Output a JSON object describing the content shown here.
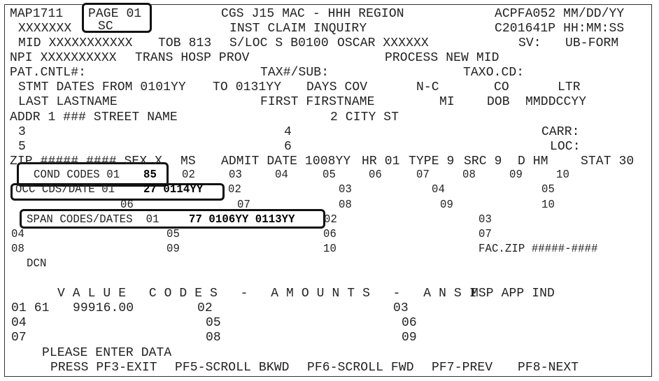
{
  "header": {
    "map": "MAP1711",
    "page": "PAGE 01",
    "region": "CGS J15 MAC - HHH REGION",
    "id_date": "ACPFA052 MM/DD/YY",
    "user": "XXXXXXX",
    "sc": "SC",
    "screen_title": "INST CLAIM INQUIRY",
    "id_time": "C201641P HH:MM:SS"
  },
  "claim": {
    "mid": "MID XXXXXXXXXXX",
    "tob": "TOB 813",
    "sloc": "S/LOC S B0100",
    "oscar": "OSCAR XXXXXX",
    "sv_label": "SV:",
    "sv_value": "UB-FORM",
    "npi": "NPI XXXXXXXXXX",
    "trans": "TRANS HOSP PROV",
    "process": "PROCESS NEW MID",
    "pat_cntl": "PAT.CNTL#:",
    "tax_sub": "TAX#/SUB:",
    "taxo_cd": "TAXO.CD:",
    "stmt_from": "STMT DATES FROM 0101YY",
    "stmt_to": "TO 0131YY",
    "days_cov": "DAYS COV",
    "nc": "N-C",
    "co": "CO",
    "ltr": "LTR",
    "last": "LAST LASTNAME",
    "first": "FIRST FIRSTNAME",
    "mi": "MI",
    "dob": "DOB",
    "dob_value": "MMDDCCYY",
    "addr1": "ADDR 1 ### STREET NAME",
    "addr2": "2 CITY ST",
    "addr3": "3",
    "addr4": "4",
    "carr": "CARR:",
    "addr5": "5",
    "addr6": "6",
    "loc": "LOC:",
    "zip_sex": "ZIP ##### #### SEX X",
    "ms": "MS",
    "admit": "ADMIT DATE 1008YY",
    "hr": "HR 01",
    "type": "TYPE 9",
    "src": "SRC 9",
    "d": "D HM",
    "stat": "STAT 30"
  },
  "cond_codes": {
    "label": "COND CODES 01",
    "value01": "85",
    "slots": [
      "02",
      "03",
      "04",
      "05",
      "06",
      "07",
      "08",
      "09",
      "10"
    ]
  },
  "occ_codes": {
    "label": "OCC CDS/DATE 01",
    "value01": "27 0114YY",
    "slots": [
      "02",
      "03",
      "04",
      "05",
      "06",
      "07",
      "08",
      "09",
      "10"
    ]
  },
  "span_codes": {
    "label": "SPAN CODES/DATES  01",
    "value01": "77 0106YY 0113YY",
    "slots": [
      "02",
      "03",
      "04",
      "05",
      "06",
      "07",
      "08",
      "09",
      "10"
    ],
    "fac_zip": "FAC.ZIP #####-####"
  },
  "dcn": "DCN",
  "value_codes": {
    "title": "V A L U E   C O D E S   -   A M O U N T S   -   A N S I",
    "msp": "MSP APP IND",
    "row01_code": "01 61",
    "row01_amount": "99916.00",
    "slots": [
      "02",
      "03",
      "04",
      "05",
      "06",
      "07",
      "08",
      "09"
    ]
  },
  "message": "PLEASE ENTER DATA",
  "pf_keys": {
    "press": "PRESS PF3-EXIT",
    "pf5": "PF5-SCROLL BKWD",
    "pf6": "PF6-SCROLL FWD",
    "pf7": "PF7-PREV",
    "pf8": "PF8-NEXT"
  }
}
